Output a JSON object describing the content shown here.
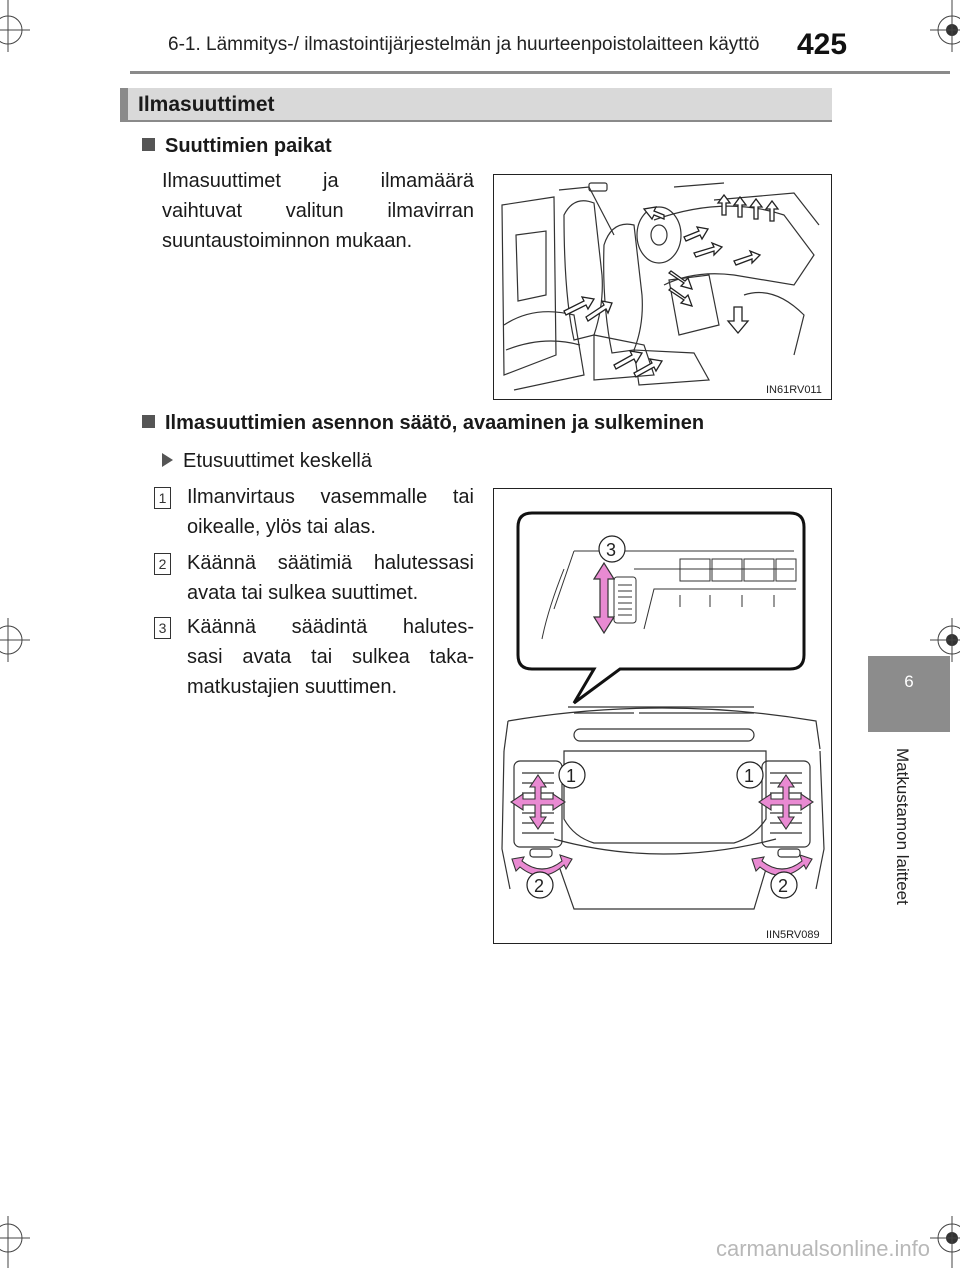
{
  "header": {
    "title": "6-1. Lämmitys-/ ilmastointijärjestelmän ja huurteenpoistolaitteen käyttö",
    "page_number": "425"
  },
  "section": {
    "title": "Ilmasuuttimet"
  },
  "part1": {
    "heading": "Suuttimien paikat",
    "text_lines": [
      "Ilmasuuttimet ja ilmamäärä",
      "vaihtuvat valitun ilmavirran",
      "suuntaustoiminnon mukaan."
    ],
    "figure_code": "IN61RV011"
  },
  "part2": {
    "heading": "Ilmasuuttimien asennon säätö, avaaminen ja sulkeminen",
    "bullet": "Etusuuttimet keskellä",
    "steps": [
      {
        "num": "1",
        "lines": [
          "Ilmanvirtaus vasemmalle tai",
          "oikealle, ylös tai alas."
        ]
      },
      {
        "num": "2",
        "lines": [
          "Käännä säätimiä halutessasi",
          "avata tai sulkea suuttimet."
        ]
      },
      {
        "num": "3",
        "lines": [
          "Käännä säädintä halutes-",
          "sasi avata tai sulkea taka-",
          "matkustajien suuttimen."
        ]
      }
    ],
    "figure_code": "IIN5RV089",
    "callouts": [
      "1",
      "1",
      "2",
      "2",
      "3"
    ]
  },
  "side_tab": {
    "number": "6",
    "label": "Matkustamon laitteet"
  },
  "footer": {
    "watermark": "carmanualsonline.info"
  },
  "colors": {
    "arrow_pink": "#e98ad2",
    "section_bar": "#d9d9d9",
    "side_tab": "#8c8c8c"
  }
}
